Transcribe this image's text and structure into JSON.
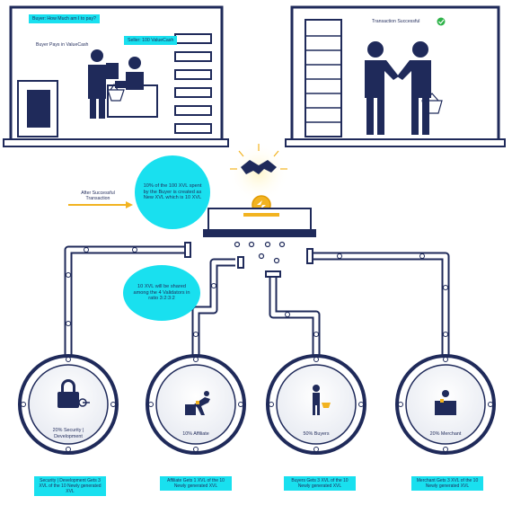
{
  "scene_left": {
    "speech_buyer": "Buyer: How Much am I to pay?",
    "speech_seller": "Seller: 100 ValueCash",
    "label_buyer_pays": "Buyer Pays in ValueCash"
  },
  "scene_right": {
    "label_success": "Transaction Successful"
  },
  "flow": {
    "after_label": "After Successful Transaction",
    "bubble_top": "10% of the 100 XVL spent by the Buyer is created as New XVL which is 10 XVL",
    "bubble_share": "10 XVL will be shared among the 4 Validators in ratio 3:2:3:2"
  },
  "validators": [
    {
      "pct": "20% Security | Development",
      "tag": "Security | Development Gets 3 XVL of the 10 Newly generated XVL"
    },
    {
      "pct": "10% Affiliate",
      "tag": "Affiliate Gets 1 XVL of the 10 Newly generated XVL"
    },
    {
      "pct": "50% Buyers",
      "tag": "Buyers Gets 3 XVL of the 10 Newly generated XVL"
    },
    {
      "pct": "20% Merchant",
      "tag": "Merchant Gets 3 XVL of the 10 Newly generated XVL"
    }
  ],
  "colors": {
    "navy": "#1f2a5a",
    "cyan": "#19e0ef",
    "gold": "#f2b320",
    "check": "#2fb34a"
  },
  "icons": [
    "handshake-icon",
    "coin-icon",
    "lock-icon",
    "affiliate-icon",
    "buyer-icon",
    "merchant-icon",
    "check-icon"
  ]
}
